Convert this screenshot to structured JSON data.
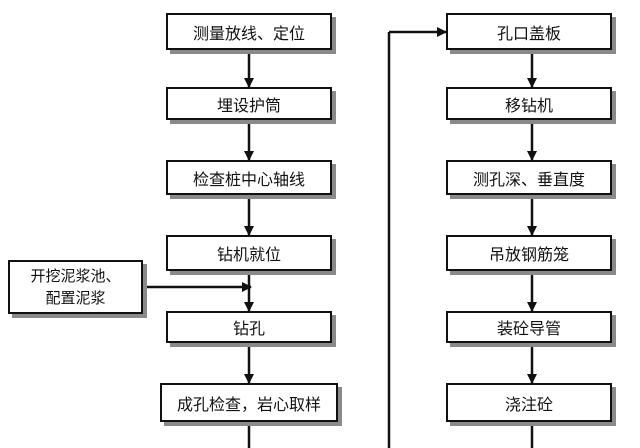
{
  "diagram": {
    "left_column": [
      "测量放线、定位",
      "埋设护筒",
      "检查桩中心轴线",
      "钻机就位",
      "钻孔",
      "成孔检查，岩心取样"
    ],
    "side_input": {
      "line1": "开挖泥浆池、",
      "line2": "配置泥浆"
    },
    "right_column": [
      "孔口盖板",
      "移钻机",
      "测孔深、垂直度",
      "吊放钢筋笼",
      "装砼导管",
      "浇注砼"
    ],
    "colors": {
      "line": "#111111",
      "box_border": "#111111",
      "box_shadow": "#8a8a8a",
      "background": "#ffffff"
    }
  }
}
